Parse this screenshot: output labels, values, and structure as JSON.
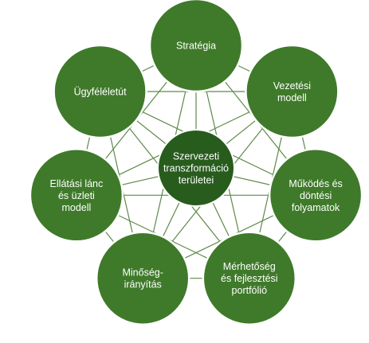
{
  "diagram": {
    "center": {
      "lines": [
        "Szervezeti",
        "transzformáció",
        "területei"
      ]
    },
    "nodes": [
      {
        "id": "strategia",
        "lines": [
          "Stratégia"
        ]
      },
      {
        "id": "vezetesi-modell",
        "lines": [
          "Vezetési",
          "modell"
        ]
      },
      {
        "id": "mukodes",
        "lines": [
          "Működés és",
          "döntési",
          "folyamatok"
        ]
      },
      {
        "id": "merhetoseg",
        "lines": [
          "Mérhetőség",
          "és fejlesztési",
          "portfólió"
        ]
      },
      {
        "id": "minosegiranyitas",
        "lines": [
          "Minőség-",
          "irányítás"
        ]
      },
      {
        "id": "ellatasi-lanc",
        "lines": [
          "Ellátási lánc",
          "és üzleti",
          "modell"
        ]
      },
      {
        "id": "ugyfelelelut",
        "lines": [
          "Ügyféléletút"
        ]
      }
    ],
    "colors": {
      "node_fill": "#3f7a2a",
      "center_fill": "#275c1d",
      "connector": "#5e8a4a",
      "text": "#ffffff"
    }
  }
}
